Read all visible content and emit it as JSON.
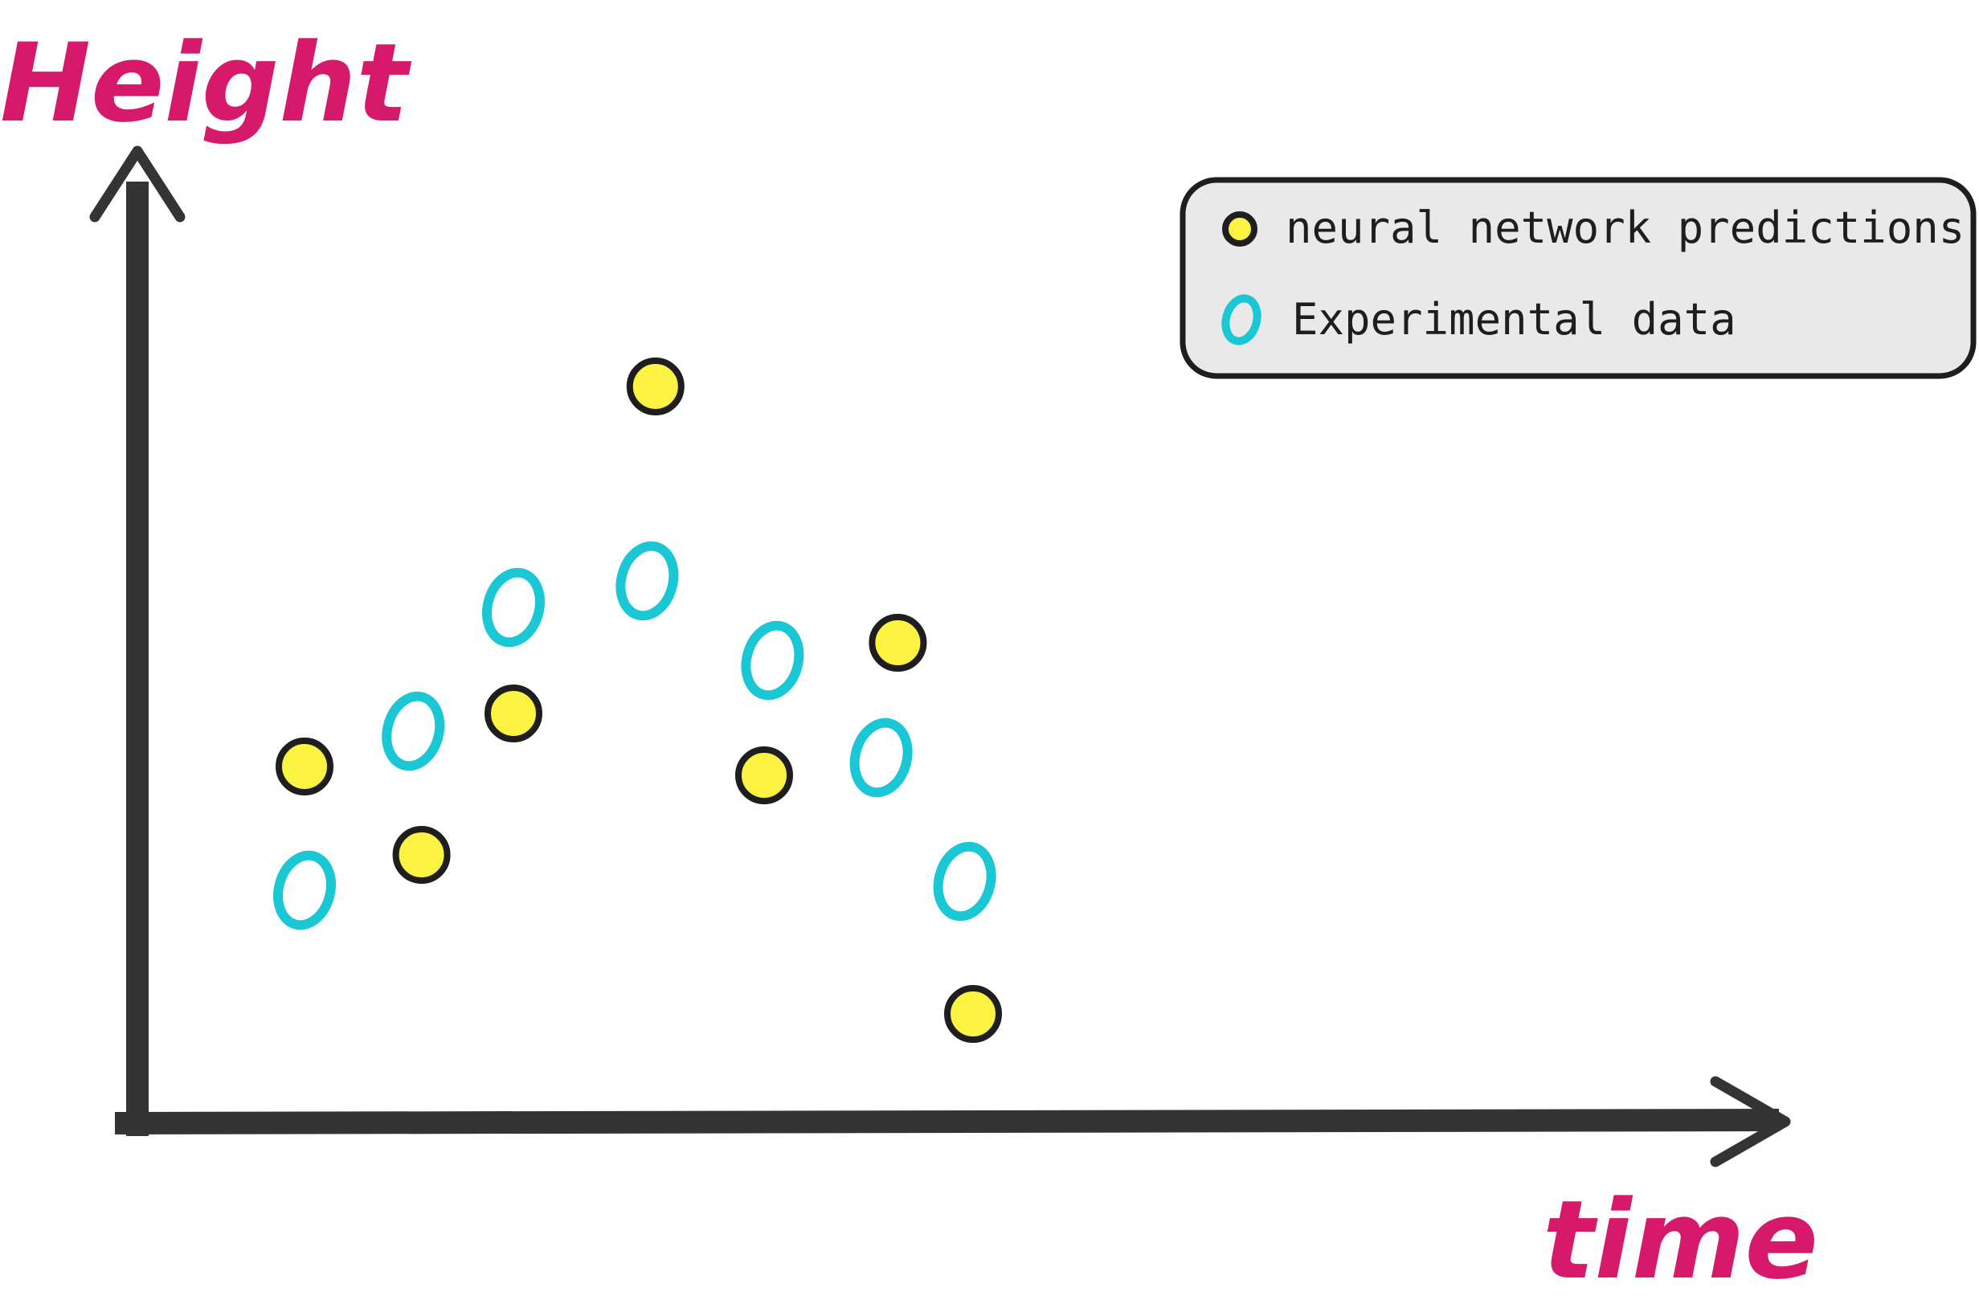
{
  "chart_data": {
    "type": "scatter",
    "xlabel": "time",
    "ylabel": "Height",
    "grid": false,
    "legend_position": "top-right",
    "series": [
      {
        "name": "neural network predictions",
        "marker": "filled-circle",
        "color": "#fcf242",
        "edge_color": "#1e1e1e",
        "points": [
          {
            "x": 2.0,
            "y": 4.0
          },
          {
            "x": 3.4,
            "y": 3.0
          },
          {
            "x": 4.5,
            "y": 4.6
          },
          {
            "x": 6.2,
            "y": 8.3
          },
          {
            "x": 7.5,
            "y": 3.9
          },
          {
            "x": 9.1,
            "y": 5.4
          },
          {
            "x": 10.0,
            "y": 1.2
          }
        ]
      },
      {
        "name": "Experimental data",
        "marker": "hollow-circle",
        "color": "#1ac7d4",
        "points": [
          {
            "x": 2.0,
            "y": 2.6
          },
          {
            "x": 3.3,
            "y": 4.4
          },
          {
            "x": 4.5,
            "y": 5.8
          },
          {
            "x": 6.1,
            "y": 6.1
          },
          {
            "x": 7.6,
            "y": 5.2
          },
          {
            "x": 8.9,
            "y": 4.1
          },
          {
            "x": 9.9,
            "y": 2.7
          }
        ]
      }
    ]
  },
  "colors": {
    "axis": "#343434",
    "title": "#d6196b",
    "legend_bg": "#e9e9e9",
    "legend_border": "#1e1e1e"
  }
}
